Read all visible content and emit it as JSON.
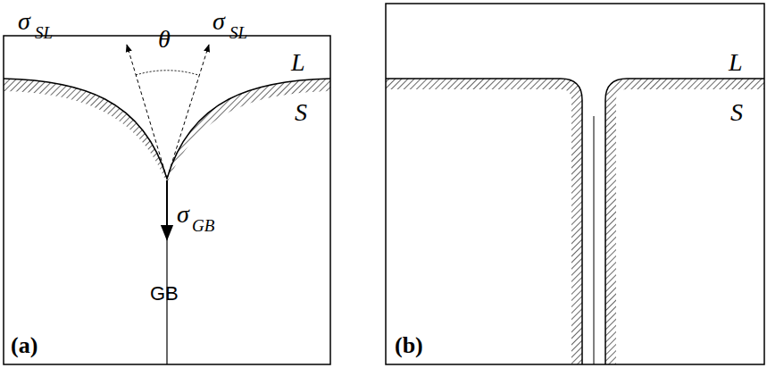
{
  "diagram": {
    "labels": [
      "σ",
      "SL",
      "σ",
      "SL",
      "θ",
      "L",
      "S",
      "σ",
      "GB",
      "GB",
      "(a)",
      "L",
      "S",
      "(b)"
    ]
  }
}
